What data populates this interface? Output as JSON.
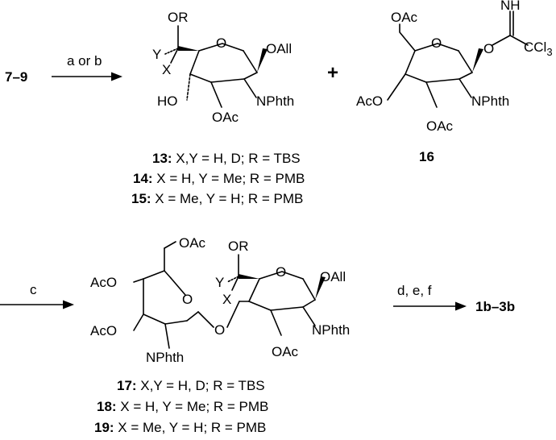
{
  "start_compounds": "7–9",
  "final_products": "1b–3b",
  "conditions": {
    "step1": "a or b",
    "step2": "c",
    "step3": "d, e, f"
  },
  "plus_sign": "+",
  "acceptor_labels": {
    "or": "OR",
    "y": "Y",
    "x": "X",
    "oall": "OAll",
    "ho": "HO",
    "nphth": "NPhth",
    "oac": "OAc"
  },
  "donor_labels": {
    "oac_top": "OAc",
    "nh": "NH",
    "ccl3": "CCl3",
    "aco": "AcO",
    "nphth": "NPhth",
    "oac_bottom": "OAc",
    "number": "16"
  },
  "product_labels": {
    "oac_top": "OAc",
    "aco1": "AcO",
    "aco2": "AcO",
    "nphth_left": "NPhth",
    "or": "OR",
    "y": "Y",
    "x": "X",
    "oall": "OAll",
    "nphth_right": "NPhth",
    "oac_bottom": "OAc"
  },
  "captions_top": [
    {
      "num": "13:",
      "text": " X,Y = H, D; R = TBS"
    },
    {
      "num": "14:",
      "text": " X = H, Y = Me; R = PMB"
    },
    {
      "num": "15:",
      "text": " X = Me, Y = H; R = PMB"
    }
  ],
  "captions_bottom": [
    {
      "num": "17:",
      "text": " X,Y = H, D; R = TBS"
    },
    {
      "num": "18:",
      "text": " X = H, Y = Me; R = PMB"
    },
    {
      "num": "19:",
      "text": " X = Me, Y = H; R = PMB"
    }
  ]
}
